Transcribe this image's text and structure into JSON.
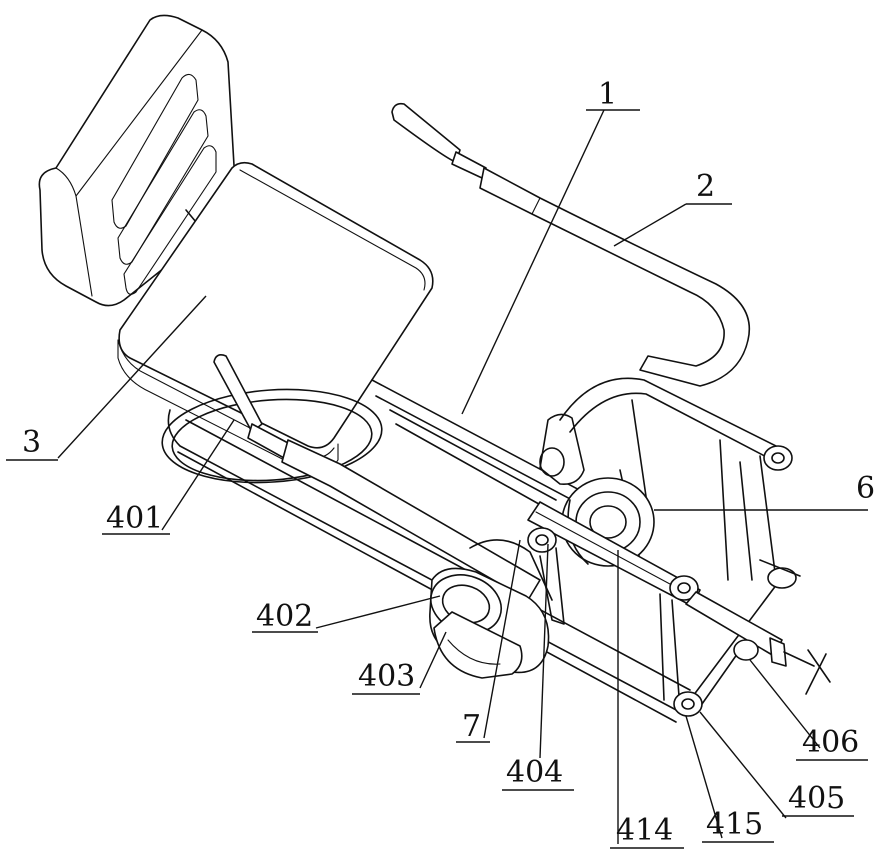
{
  "figure": {
    "part_labels": [
      {
        "id": "seat-frame",
        "text": "1"
      },
      {
        "id": "handle-arm",
        "text": "2"
      },
      {
        "id": "seat",
        "text": "3"
      },
      {
        "id": "lever",
        "text": "401"
      },
      {
        "id": "belt-pulley",
        "text": "402"
      },
      {
        "id": "crank-wheel",
        "text": "403"
      },
      {
        "id": "idler-frame",
        "text": "404"
      },
      {
        "id": "corner-pulley",
        "text": "405"
      },
      {
        "id": "adjust-rod",
        "text": "406"
      },
      {
        "id": "flywheel",
        "text": "6"
      },
      {
        "id": "connector",
        "text": "7"
      },
      {
        "id": "guide-rail",
        "text": "414"
      },
      {
        "id": "lower-pulley",
        "text": "415"
      }
    ]
  }
}
